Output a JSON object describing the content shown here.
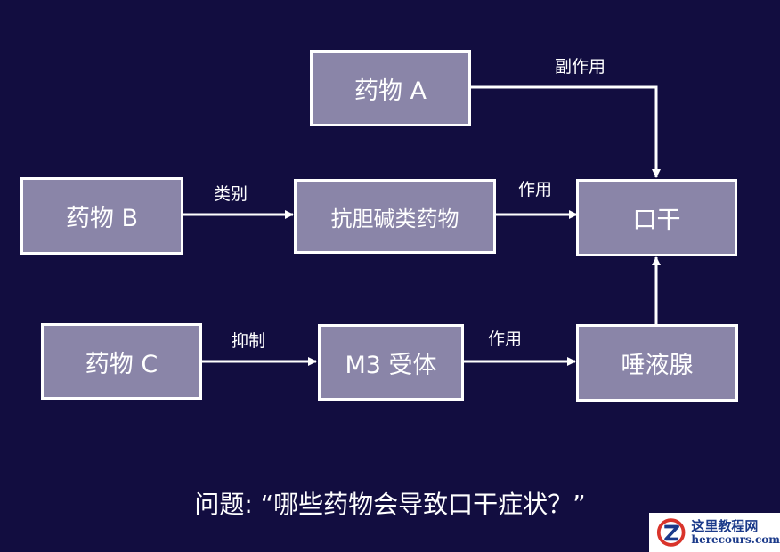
{
  "nodes": {
    "drug_a": "药物 A",
    "drug_b": "药物 B",
    "drug_c": "药物 C",
    "anticholinergic": "抗胆碱类药物",
    "m3_receptor": "M3 受体",
    "salivary_gland": "唾液腺",
    "dry_mouth": "口干"
  },
  "edges": {
    "side_effect": "副作用",
    "category": "类别",
    "effect_1": "作用",
    "inhibit": "抑制",
    "effect_2": "作用"
  },
  "question": "问题: “哪些药物会导致口干症状？”",
  "watermark": {
    "name_cn": "这里教程网",
    "site": "herecours.com"
  },
  "colors": {
    "background": "#120d40",
    "node_fill": "#8a85a8",
    "node_border": "#ffffff",
    "text": "#ffffff",
    "watermark_red": "#d9342b",
    "watermark_blue": "#1b3a8a"
  }
}
